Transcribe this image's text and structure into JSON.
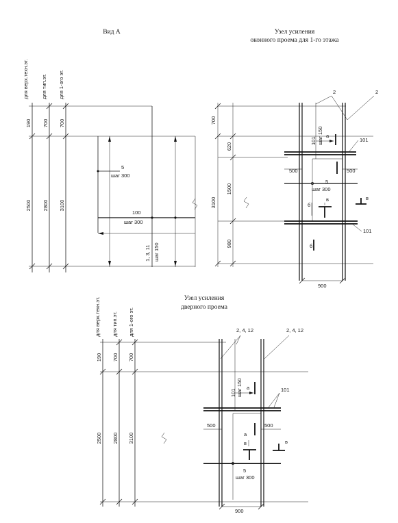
{
  "view_a": {
    "title": "Вид А",
    "col_labels": [
      "для верх.техн.эт.",
      "для тип.эт.",
      "для 1-ого эт."
    ],
    "top_dims": [
      "190",
      "700",
      "700"
    ],
    "main_dims": [
      "2500",
      "2800",
      "3100"
    ],
    "label_5": "5",
    "label_step300_a": "шаг 300",
    "label_100": "100",
    "label_step300_b": "шаг 300",
    "label_1311": "1, 3, 11",
    "label_step150": "шаг 150"
  },
  "window_node": {
    "title_line1": "Узел усиления",
    "title_line2": "оконного проема для 1-го этажа",
    "callout_2a": "2",
    "callout_2b": "2",
    "left_dims": [
      "700",
      "620",
      "3100",
      "1500",
      "980"
    ],
    "dim_101": "101",
    "dim_step150": "шаг 150",
    "label_a": "а",
    "label_101_top": "101",
    "label_500_left": "500",
    "label_500_right": "500",
    "label_5": "5",
    "label_step300": "шаг 300",
    "label_b": "б",
    "label_v1": "в",
    "label_v2": "в",
    "label_b2": "б",
    "label_101_bottom": "101",
    "label_900": "900"
  },
  "door_node": {
    "title_line1": "Узел усиления",
    "title_line2": "дверного проема",
    "col_labels": [
      "для верх.техн.эт.",
      "для тип.эт.",
      "для 1-ого эт."
    ],
    "top_dims": [
      "190",
      "700",
      "700"
    ],
    "main_dims": [
      "2500",
      "2800",
      "3100"
    ],
    "callout_left": "2, 4, 12",
    "callout_right": "2, 4, 12",
    "dim_101": "101",
    "dim_step150": "шаг 150",
    "label_a": "а",
    "label_101": "101",
    "label_500_left": "500",
    "label_500_right": "500",
    "label_a2": "а",
    "label_v1": "в",
    "label_v2": "в",
    "label_5": "5",
    "label_step300": "шаг 300",
    "label_900": "900"
  }
}
